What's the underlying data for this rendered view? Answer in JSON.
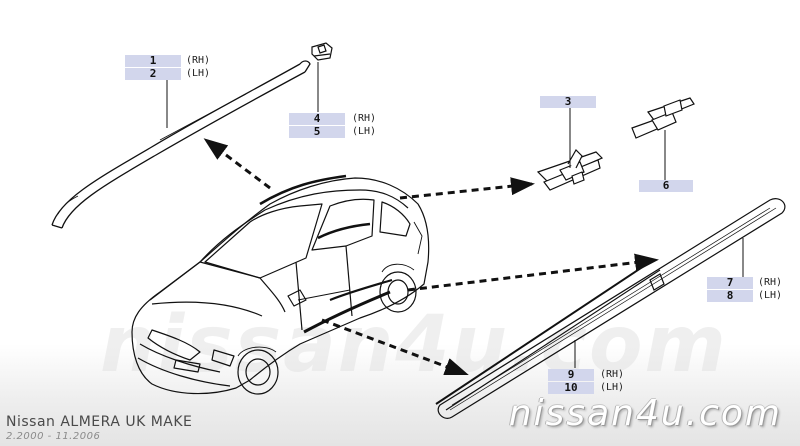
{
  "title": {
    "model": "Nissan ALMERA UK MAKE",
    "production": "2.2000 - 11.2006"
  },
  "watermark": {
    "center": "nissan4u.com",
    "brand": "nissan4u.com"
  },
  "callouts": [
    {
      "id": "c1",
      "number": "1",
      "side": "(RH)"
    },
    {
      "id": "c2",
      "number": "2",
      "side": "(LH)"
    },
    {
      "id": "c3",
      "number": "3",
      "side": ""
    },
    {
      "id": "c4",
      "number": "4",
      "side": "(RH)"
    },
    {
      "id": "c5",
      "number": "5",
      "side": "(LH)"
    },
    {
      "id": "c6",
      "number": "6",
      "side": ""
    },
    {
      "id": "c7",
      "number": "7",
      "side": "(RH)"
    },
    {
      "id": "c8",
      "number": "8",
      "side": "(LH)"
    },
    {
      "id": "c9",
      "number": "9",
      "side": "(RH)"
    },
    {
      "id": "c10",
      "number": "10",
      "side": "(LH)"
    }
  ],
  "colors": {
    "label_highlight": "#d2d6ec",
    "line_art": "#111111"
  }
}
